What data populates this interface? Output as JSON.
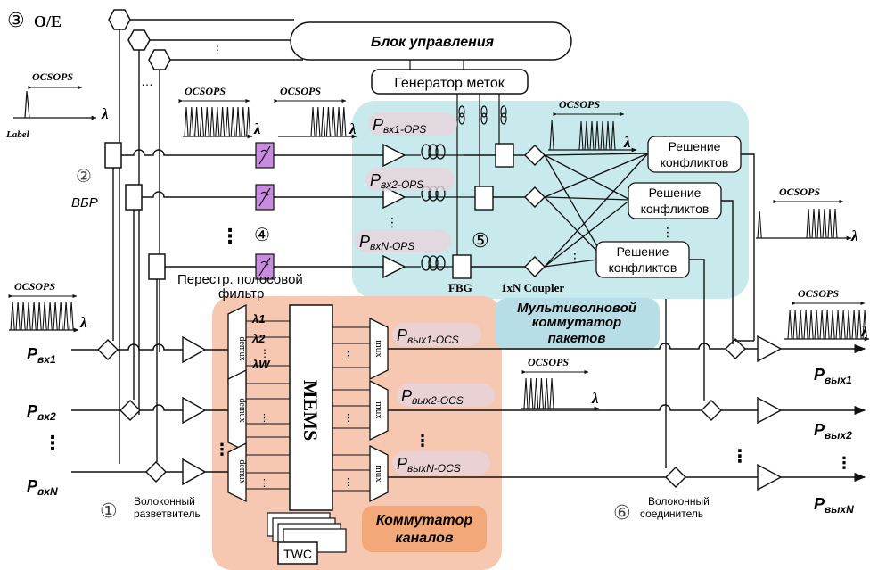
{
  "markers": {
    "m1": "①",
    "m2": "②",
    "m3": "③",
    "m4": "④",
    "m5": "⑤",
    "m6": "⑥",
    "oe": "O/E"
  },
  "blocks": {
    "control": "Блок управления",
    "label_gen": "Генератор меток",
    "fbr": "ВБР",
    "tunable_filter_line1": "Перестр. полосовой",
    "tunable_filter_line2": "фильтр",
    "splitter_line1": "Волоконный",
    "splitter_line2": "разветвитель",
    "combiner_line1": "Волоконный",
    "combiner_line2": "соединитель",
    "fbg": "FBG",
    "coupler": "1xN Coupler",
    "mems": "MEMS",
    "twc": "TWC",
    "demux": "demux",
    "mux": "mux",
    "packet_switch_l1": "Мультиволновой",
    "packet_switch_l2": "коммутатор",
    "packet_switch_l3": "пакетов",
    "channel_switch_l1": "Коммутатор",
    "channel_switch_l2": "каналов",
    "conflict_l1": "Решение",
    "conflict_l2": "конфликтов"
  },
  "spectra": {
    "ocs": "OCS",
    "ops": "OPS",
    "lambda": "λ",
    "label": "Label",
    "l1": "λ1",
    "l2": "λ2",
    "lw": "λW"
  },
  "ports": {
    "in1_main": "P",
    "in1_sub": "вх1",
    "in2_main": "P",
    "in2_sub": "вх2",
    "inN_main": "P",
    "inN_sub": "вхN",
    "out1_main": "P",
    "out1_sub": "вых1",
    "out2_main": "P",
    "out2_sub": "вых2",
    "outN_main": "P",
    "outN_sub": "выхN",
    "pin_ops1_main": "P",
    "pin_ops1_sub": "вх1-OPS",
    "pin_ops2_main": "P",
    "pin_ops2_sub": "вх2-OPS",
    "pin_opsN_main": "P",
    "pin_opsN_sub": "вхN-OPS",
    "pout_ocs1_main": "P",
    "pout_ocs1_sub": "вых1-OCS",
    "pout_ocs2_main": "P",
    "pout_ocs2_sub": "вых2-OCS",
    "pout_ocsN_main": "P",
    "pout_ocsN_sub": "выхN-OCS"
  },
  "colors": {
    "packet_bg": "#bfe6ea",
    "channel_bg": "#f6c8b2",
    "channel_label_bg": "#f2a879",
    "packet_label_bg": "#b7dde6",
    "filter": "#c98be0",
    "pill": "#e7d3dc",
    "line": "#111111"
  },
  "icons": {
    "amplifier": "triangle-icon",
    "splitter": "diamond-icon",
    "coil": "fiber-coil-icon",
    "oe": "hexagon-icon"
  }
}
